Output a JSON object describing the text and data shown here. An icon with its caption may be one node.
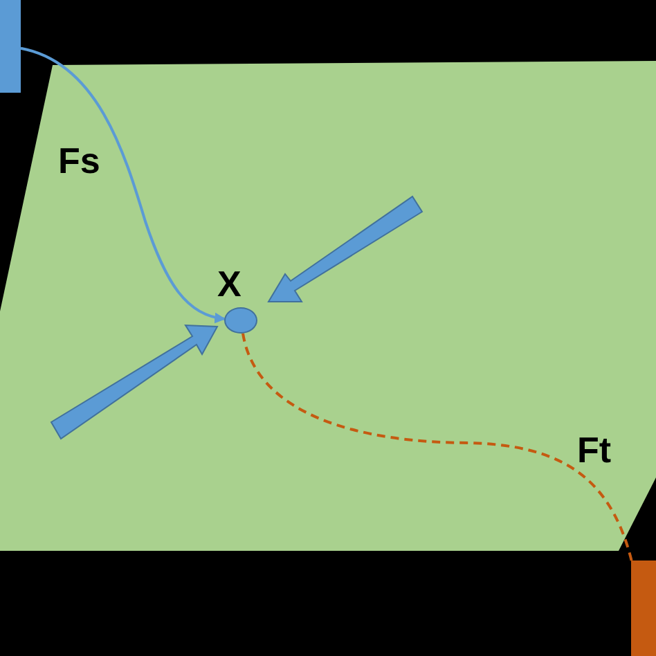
{
  "diagram": {
    "nodes": [
      {
        "text": [],
        "shape": "box"
      },
      {
        "text": [],
        "shape": "circle",
        "beside": [
          "X"
        ]
      },
      {
        "text": [],
        "shape": "box"
      }
    ],
    "edges": [
      {
        "from": 0,
        "to": 1,
        "arrow": "to",
        "label": "Fs",
        "color": "#5b9bd5"
      },
      {
        "from": 1,
        "to": 2,
        "arrow": "none",
        "label": "Ft",
        "style": "dashed",
        "color": "#c55a11"
      }
    ]
  }
}
